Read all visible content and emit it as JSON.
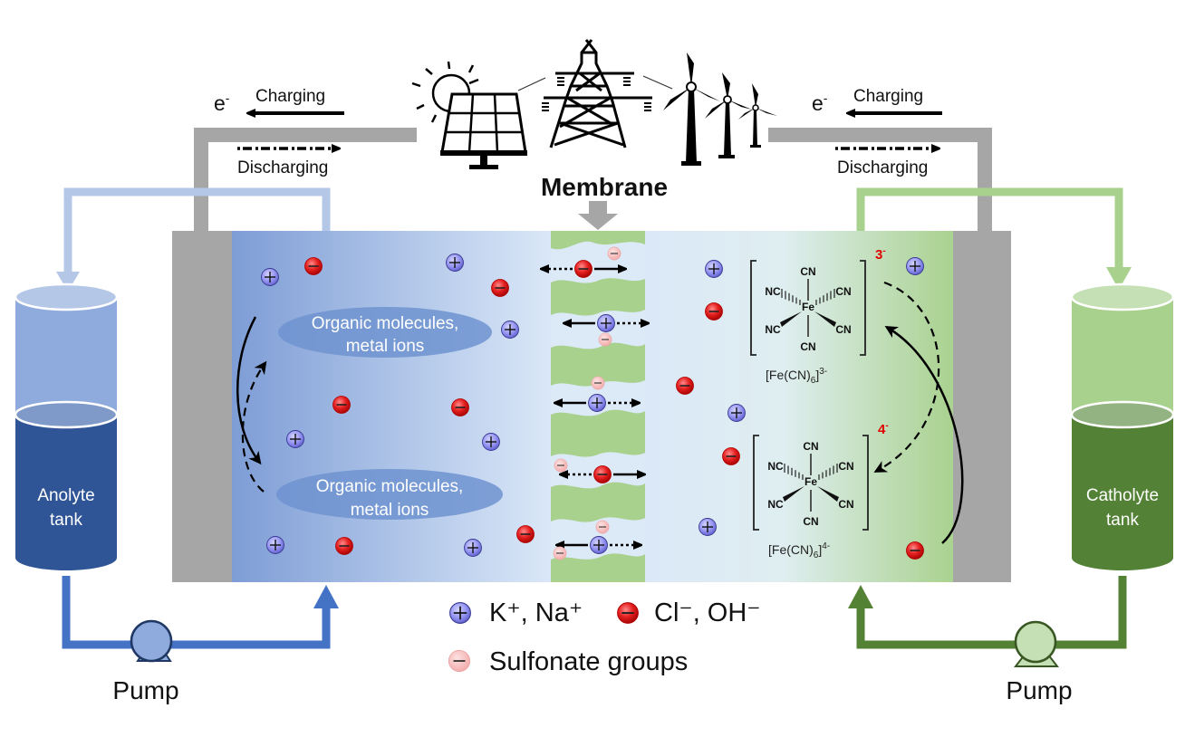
{
  "energy_sources": {
    "solar": "solar-panel",
    "grid": "transmission-tower",
    "wind": "wind-turbines"
  },
  "left_circuit": {
    "electron": "e",
    "electron_sup": "-",
    "charging": "Charging",
    "discharging": "Discharging"
  },
  "right_circuit": {
    "electron": "e",
    "electron_sup": "-",
    "charging": "Charging",
    "discharging": "Discharging"
  },
  "membrane_label": "Membrane",
  "anolyte": {
    "tank_line1": "Anolyte",
    "tank_line2": "tank",
    "species_top_line1": "Organic molecules,",
    "species_top_line2": "metal ions",
    "species_bottom_line1": "Organic molecules,",
    "species_bottom_line2": "metal ions",
    "pump": "Pump"
  },
  "catholyte": {
    "tank_line1": "Catholyte",
    "tank_line2": "tank",
    "pump": "Pump",
    "complex_top": {
      "center": "Fe",
      "ligand": "CN",
      "ligand_rev": "NC",
      "charge": "3",
      "charge_sup": "-",
      "formula_main": "[Fe(CN)",
      "formula_sub": "6",
      "formula_close": "]",
      "formula_sup": "3-"
    },
    "complex_bottom": {
      "center": "Fe",
      "ligand": "CN",
      "ligand_rev": "NC",
      "charge": "4",
      "charge_sup": "-",
      "formula_main": "[Fe(CN)",
      "formula_sub": "6",
      "formula_close": "]",
      "formula_sup": "4-"
    }
  },
  "legend": {
    "cation": "K⁺, Na⁺",
    "anion": "Cl⁻, OH⁻",
    "sulfonate": "Sulfonate groups"
  },
  "colors": {
    "anolyte_dark": "#2f5597",
    "anolyte_light": "#8faadc",
    "anolyte_pipe_top": "#b4c7e7",
    "anolyte_pipe_bottom": "#4472c4",
    "catholyte_dark": "#538135",
    "catholyte_light": "#a9d18e",
    "catholyte_pipe_top": "#a9d18e",
    "membrane_green": "#a9d18e",
    "electrode_gray": "#a6a6a6",
    "anion_red": "#e02020",
    "cation_blue": "#8c8cf0",
    "sulfonate_pink": "#f4b8b8",
    "charge_red": "#e00000"
  }
}
